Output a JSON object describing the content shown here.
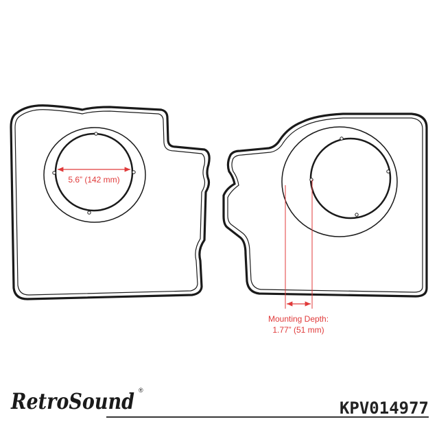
{
  "diagram": {
    "left_panel": {
      "dimension_label": "5.6” (142 mm)"
    },
    "right_panel": {
      "dimension_label_line1": "Mounting Depth:",
      "dimension_label_line2": "1.77” (51 mm)"
    }
  },
  "footer": {
    "brand": "RetroSound",
    "registered_mark": "®",
    "part_number": "KPV014977"
  },
  "colors": {
    "outline": "#1a1a1a",
    "dimension": "#e03a3a"
  }
}
